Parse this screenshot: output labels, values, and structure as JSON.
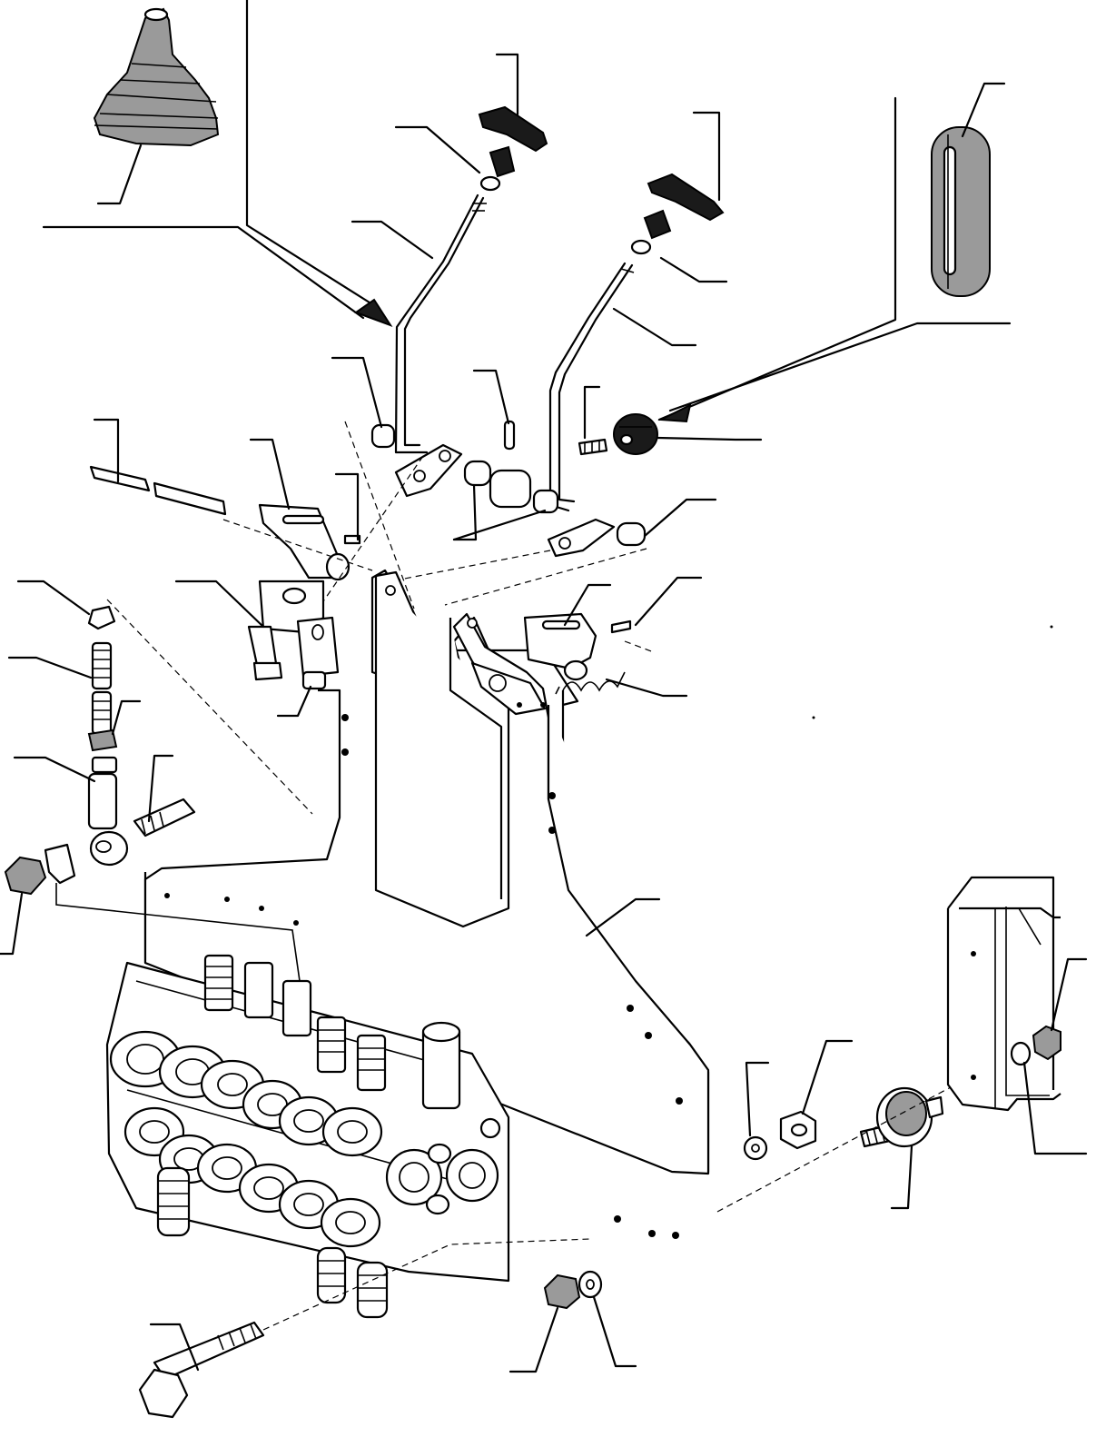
{
  "diagram": {
    "kind": "exploded-parts-drawing",
    "parts": [
      {
        "name": "joystick-rubber-boot"
      },
      {
        "name": "control-lever-left"
      },
      {
        "name": "control-lever-right"
      },
      {
        "name": "lever-knob-left"
      },
      {
        "name": "lever-knob-right"
      },
      {
        "name": "oval-gaiter"
      },
      {
        "name": "round-knob"
      },
      {
        "name": "mounting-bracket-frame"
      },
      {
        "name": "control-valve-block"
      },
      {
        "name": "link-rod-assembly"
      },
      {
        "name": "cover-plate"
      },
      {
        "name": "rubber-mount"
      },
      {
        "name": "long-bolt"
      }
    ],
    "callout_count": 36
  }
}
